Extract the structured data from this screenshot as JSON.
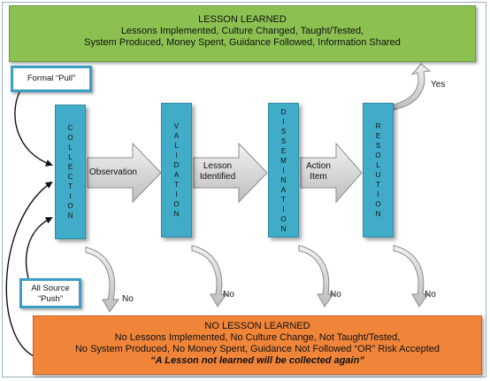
{
  "lesson_learned": {
    "title": "LESSON LEARNED",
    "line1": "Lessons Implemented, Culture Changed, Taught/Tested,",
    "line2": "System Produced, Money Spent, Guidance Followed, Information Shared"
  },
  "no_lesson_learned": {
    "title": "NO LESSON LEARNED",
    "line1": "No Lessons Implemented, No Culture Change, Not Taught/Tested,",
    "line2": "No System Produced, No Money Spent, Guidance Not Followed “OR” Risk Accepted",
    "line3": "“A Lesson not learned will be collected again”"
  },
  "sources": {
    "pull": "Formal “Pull”",
    "push_line1": "All Source",
    "push_line2": "“Push”"
  },
  "stages": [
    {
      "name": "COLLECTION",
      "letters": [
        "C",
        "O",
        "L",
        "L",
        "E",
        "C",
        "T",
        "I",
        "O",
        "N"
      ]
    },
    {
      "name": "VALIDATION",
      "letters": [
        "V",
        "A",
        "L",
        "I",
        "D",
        "A",
        "T",
        "I",
        "O",
        "N"
      ]
    },
    {
      "name": "DISSEMINATION",
      "letters": [
        "D",
        "I",
        "S",
        "S",
        "E",
        "M",
        "I",
        "N",
        "A",
        "T",
        "I",
        "O",
        "N"
      ]
    },
    {
      "name": "RESOLUTION",
      "letters": [
        "R",
        "E",
        "S",
        "O",
        "L",
        "U",
        "T",
        "I",
        "O",
        "N"
      ]
    }
  ],
  "transitions": {
    "t1": "Observation",
    "t2_line1": "Lesson",
    "t2_line2": "Identified",
    "t3_line1": "Action",
    "t3_line2": "Item"
  },
  "outcomes": {
    "yes": "Yes",
    "no": "No"
  },
  "colors": {
    "lesson_learned_fill": "#8cc152",
    "no_lesson_fill": "#f0853a",
    "stage_fill": "#41acc7",
    "source_border": "#3a9fc3",
    "arrow_fill": "#d9d9d9"
  }
}
